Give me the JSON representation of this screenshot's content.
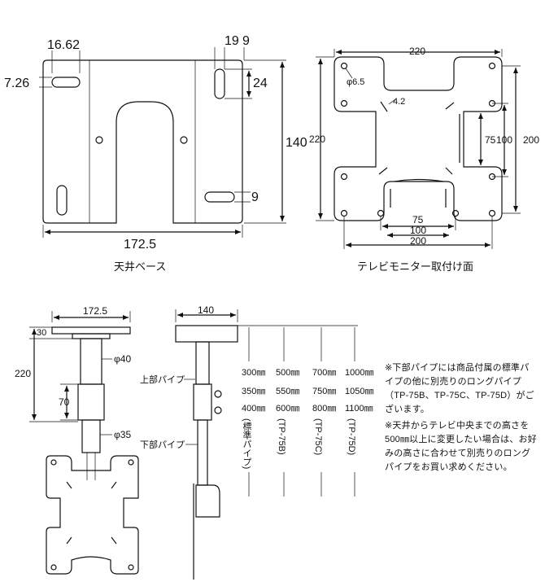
{
  "ceiling_base": {
    "caption": "天井ベース",
    "dims": {
      "slot_width": "16.62",
      "slot_height": "7.26",
      "d19": "19",
      "d9_top": "9",
      "d24": "24",
      "height": "140",
      "d9_bottom": "9",
      "width": "172.5"
    }
  },
  "tv_mount": {
    "caption": "テレビモニター取付け面",
    "dims": {
      "top": "220",
      "left": "220",
      "hole": "φ6.5",
      "slot": "4.2",
      "r75": "75",
      "r100": "100",
      "r200": "200",
      "b75": "75",
      "b100": "100",
      "b200": "200"
    }
  },
  "assembly": {
    "width": "172.5",
    "d30": "30",
    "d220": "220",
    "phi40": "φ40",
    "d70": "70",
    "phi35": "φ35",
    "side_width": "140",
    "upper_pipe": "上部パイプ",
    "lower_pipe": "下部パイプ"
  },
  "lengths": [
    {
      "a": "300㎜",
      "b": "350㎜",
      "c": "400㎜",
      "name": "(標準パイプ)"
    },
    {
      "a": "500㎜",
      "b": "550㎜",
      "c": "600㎜",
      "name": "(TP-75B)"
    },
    {
      "a": "700㎜",
      "b": "750㎜",
      "c": "800㎜",
      "name": "(TP-75C)"
    },
    {
      "a": "1000㎜",
      "b": "1050㎜",
      "c": "1100㎜",
      "name": "(TP-75D)"
    }
  ],
  "notes": {
    "note1": "※下部パイプには商品付属の標準パイプの他に別売りのロングパイプ（TP-75B、TP-75C、TP-75D）がございます。",
    "note2": "※天井からテレビ中央までの高さを500㎜以上に変更したい場合は、お好みの高さに合わせて別売りのロングパイプをお買い求めください。"
  }
}
